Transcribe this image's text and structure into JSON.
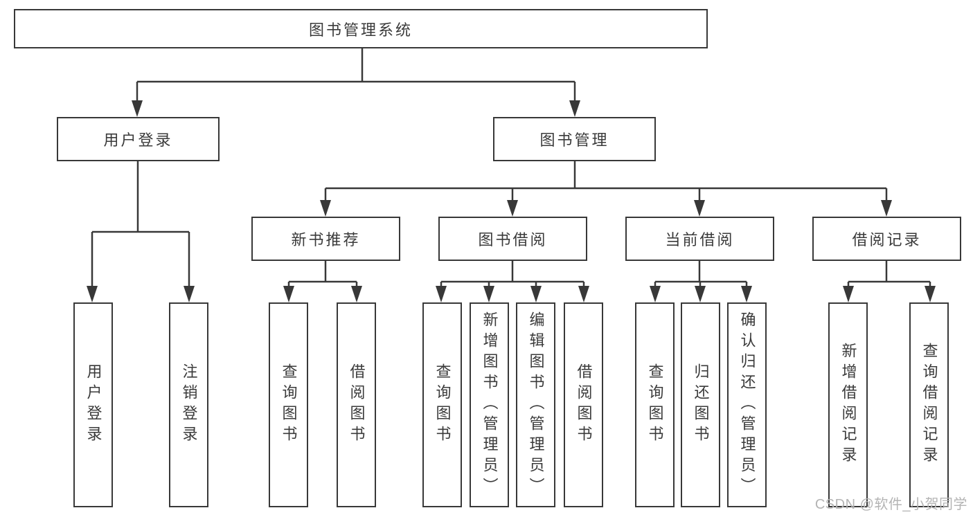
{
  "tree": {
    "label": "图书管理系统",
    "children": [
      {
        "label": "用户登录",
        "children": [
          {
            "label": "用户登录"
          },
          {
            "label": "注销登录"
          }
        ]
      },
      {
        "label": "图书管理",
        "children": [
          {
            "label": "新书推荐",
            "children": [
              {
                "label": "查询图书"
              },
              {
                "label": "借阅图书"
              }
            ]
          },
          {
            "label": "图书借阅",
            "children": [
              {
                "label": "查询图书"
              },
              {
                "label": "新增图书（管理员）"
              },
              {
                "label": "编辑图书（管理员）"
              },
              {
                "label": "借阅图书"
              }
            ]
          },
          {
            "label": "当前借阅",
            "children": [
              {
                "label": "查询图书"
              },
              {
                "label": "归还图书"
              },
              {
                "label": "确认归还（管理员）"
              }
            ]
          },
          {
            "label": "借阅记录",
            "children": [
              {
                "label": "新增借阅记录"
              },
              {
                "label": "查询借阅记录"
              }
            ]
          }
        ]
      }
    ]
  },
  "watermark": "CSDN @软件_小贺同学",
  "colors": {
    "line": "#383838",
    "text": "#3a3a3a",
    "box_fill": "#ffffff",
    "background": "#ffffff",
    "watermark": "#b4b4b4"
  }
}
